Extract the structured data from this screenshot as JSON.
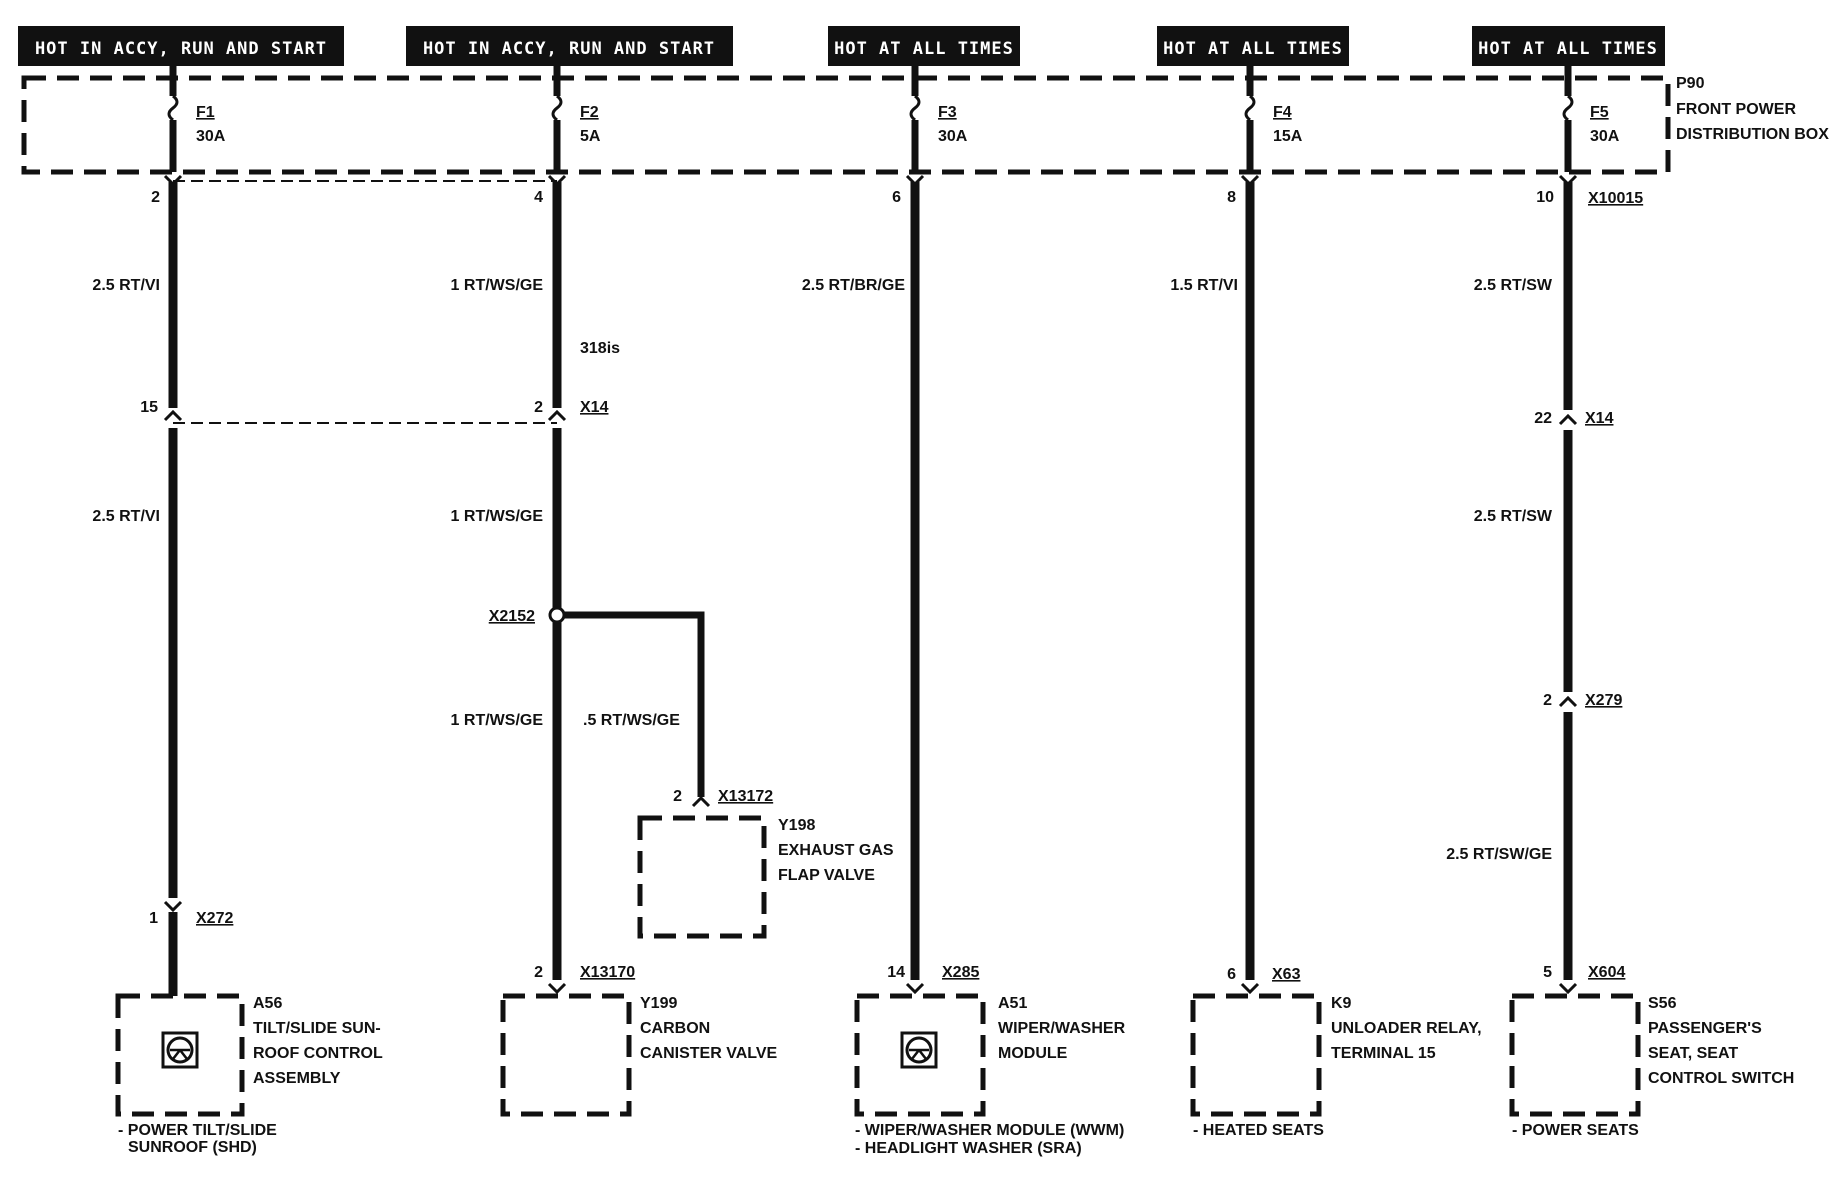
{
  "headers": [
    "HOT IN ACCY, RUN AND START",
    "HOT IN ACCY, RUN AND START",
    "HOT AT ALL TIMES",
    "HOT AT ALL TIMES",
    "HOT AT ALL TIMES"
  ],
  "box": {
    "id": "P90",
    "line1": "FRONT POWER",
    "line2": "DISTRIBUTION BOX",
    "connector": "X10015"
  },
  "fuses": [
    {
      "name": "F1",
      "rating": "30A",
      "pin": "2"
    },
    {
      "name": "F2",
      "rating": "5A",
      "pin": "4"
    },
    {
      "name": "F3",
      "rating": "30A",
      "pin": "6"
    },
    {
      "name": "F4",
      "rating": "15A",
      "pin": "8"
    },
    {
      "name": "F5",
      "rating": "30A",
      "pin": "10"
    }
  ],
  "wires": {
    "c1_top": "2.5 RT/VI",
    "c1_bottom": "2.5 RT/VI",
    "c2_top": "1 RT/WS/GE",
    "c2_note": "318is",
    "c2_mid": "1 RT/WS/GE",
    "c2_low": "1 RT/WS/GE",
    "c2_branch": ".5 RT/WS/GE",
    "c3": "2.5 RT/BR/GE",
    "c4": "1.5 RT/VI",
    "c5_top": "2.5 RT/SW",
    "c5_mid": "2.5 RT/SW",
    "c5_low": "2.5 RT/SW/GE"
  },
  "connectors": {
    "x14_pin_c1": "15",
    "x14_pin_c2": "2",
    "x14": "X14",
    "x14_pin_c5": "22",
    "x2152": "X2152",
    "x279_pin": "2",
    "x279": "X279",
    "x13172_pin": "2",
    "x13172": "X13172"
  },
  "y198": {
    "id": "Y198",
    "line1": "EXHAUST GAS",
    "line2": "FLAP VALVE"
  },
  "components": [
    {
      "pin": "1",
      "connector": "X272",
      "id": "A56",
      "lines": [
        "TILT/SLIDE SUN-",
        "ROOF CONTROL",
        "ASSEMBLY"
      ],
      "notes": [
        "- POWER TILT/SLIDE",
        "SUNROOF (SHD)"
      ]
    },
    {
      "pin": "2",
      "connector": "X13170",
      "id": "Y199",
      "lines": [
        "CARBON",
        "CANISTER VALVE"
      ],
      "notes": []
    },
    {
      "pin": "14",
      "connector": "X285",
      "id": "A51",
      "lines": [
        "WIPER/WASHER",
        "MODULE"
      ],
      "notes": [
        "- WIPER/WASHER MODULE (WWM)",
        "- HEADLIGHT WASHER (SRA)"
      ]
    },
    {
      "pin": "6",
      "connector": "X63",
      "id": "K9",
      "lines": [
        "UNLOADER RELAY,",
        "TERMINAL 15"
      ],
      "notes": [
        "- HEATED SEATS"
      ]
    },
    {
      "pin": "5",
      "connector": "X604",
      "id": "S56",
      "lines": [
        "PASSENGER'S",
        "SEAT, SEAT",
        "CONTROL SWITCH"
      ],
      "notes": [
        "- POWER SEATS"
      ]
    }
  ]
}
